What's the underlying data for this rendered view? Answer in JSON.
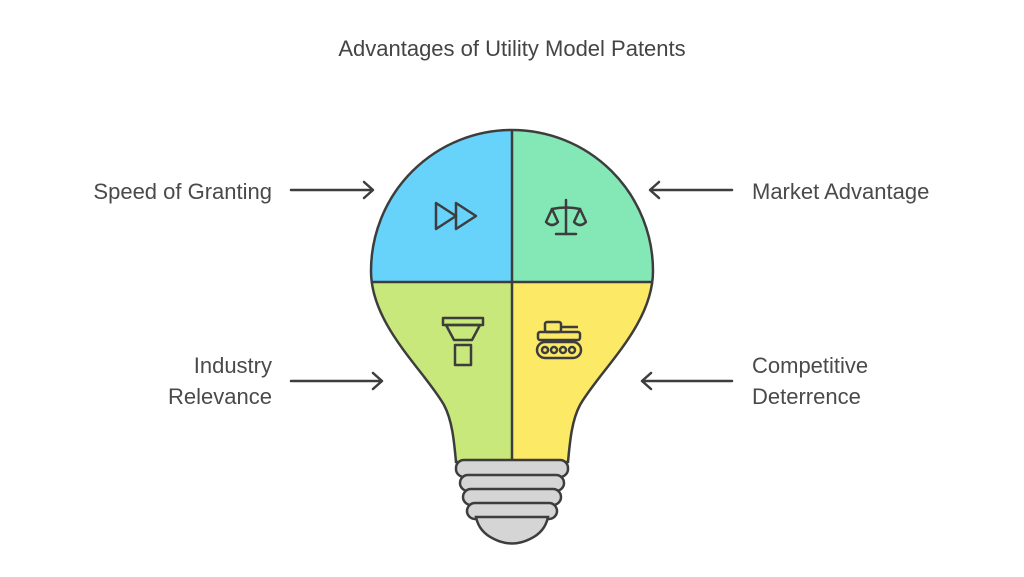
{
  "title": "Advantages of Utility Model Patents",
  "quadrants": {
    "top_left": {
      "label": [
        "Speed of Granting"
      ],
      "icon": "fast-forward-icon",
      "color": "#67d3fb"
    },
    "top_right": {
      "label": [
        "Market Advantage"
      ],
      "icon": "balance-scale-icon",
      "color": "#84e8b6"
    },
    "bottom_left": {
      "label": [
        "Industry",
        "Relevance"
      ],
      "icon": "funnel-filter-icon",
      "color": "#c8e87b"
    },
    "bottom_right": {
      "label": [
        "Competitive",
        "Deterrence"
      ],
      "icon": "tank-icon",
      "color": "#fce966"
    }
  },
  "colors": {
    "outline": "#3d3d3d",
    "base": "#d5d5d5",
    "text": "#444444"
  }
}
